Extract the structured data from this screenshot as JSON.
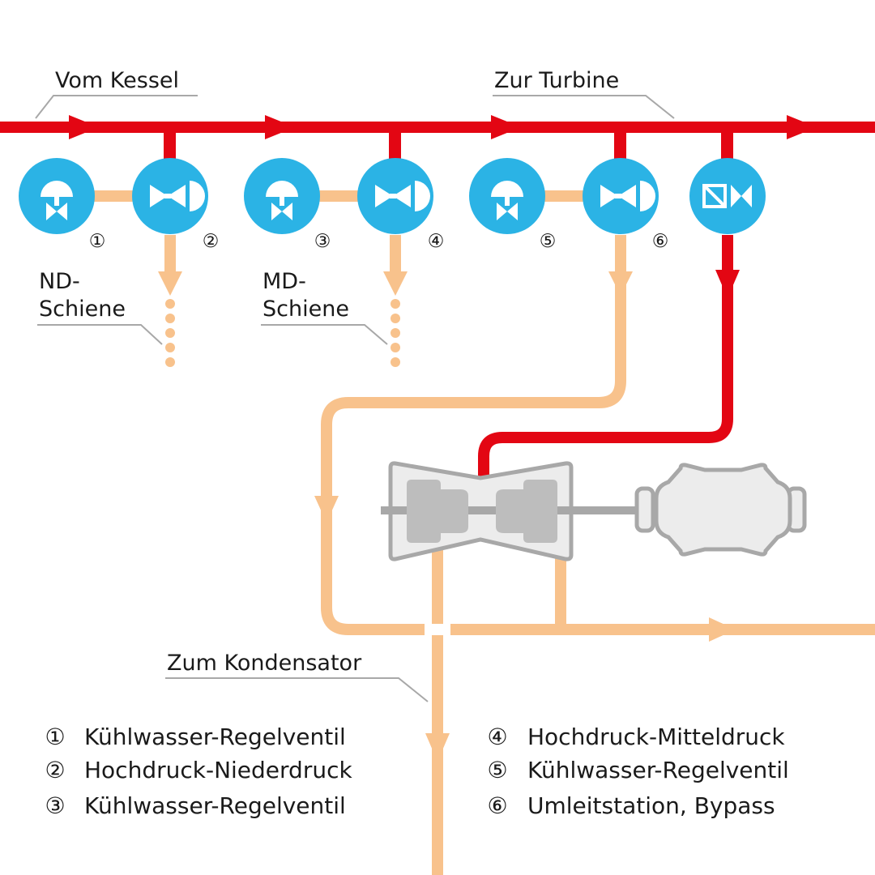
{
  "colors": {
    "steam": "#e30613",
    "water": "#f8c28c",
    "valve": "#2bb3e5",
    "turbine_fill": "#ececec",
    "turbine_inner": "#bdbdbd",
    "outline": "#a8a8a8",
    "text": "#1a1a1a"
  },
  "labels": {
    "from_boiler": "Vom Kessel",
    "to_turbine": "Zur Turbine",
    "lp_rail_line1": "ND-",
    "lp_rail_line2": "Schiene",
    "mp_rail_line1": "MD-",
    "mp_rail_line2": "Schiene",
    "to_condenser": "Zum Kondensator"
  },
  "valve_numbers": [
    "①",
    "②",
    "③",
    "④",
    "⑤",
    "⑥"
  ],
  "legend": [
    {
      "num": "①",
      "text": "Kühlwasser-Regelventil"
    },
    {
      "num": "②",
      "text": "Hochdruck-Niederdruck"
    },
    {
      "num": "③",
      "text": "Kühlwasser-Regelventil"
    },
    {
      "num": "④",
      "text": "Hochdruck-Mitteldruck"
    },
    {
      "num": "⑤",
      "text": "Kühlwasser-Regelventil"
    },
    {
      "num": "⑥",
      "text": "Umleitstation, Bypass"
    }
  ]
}
